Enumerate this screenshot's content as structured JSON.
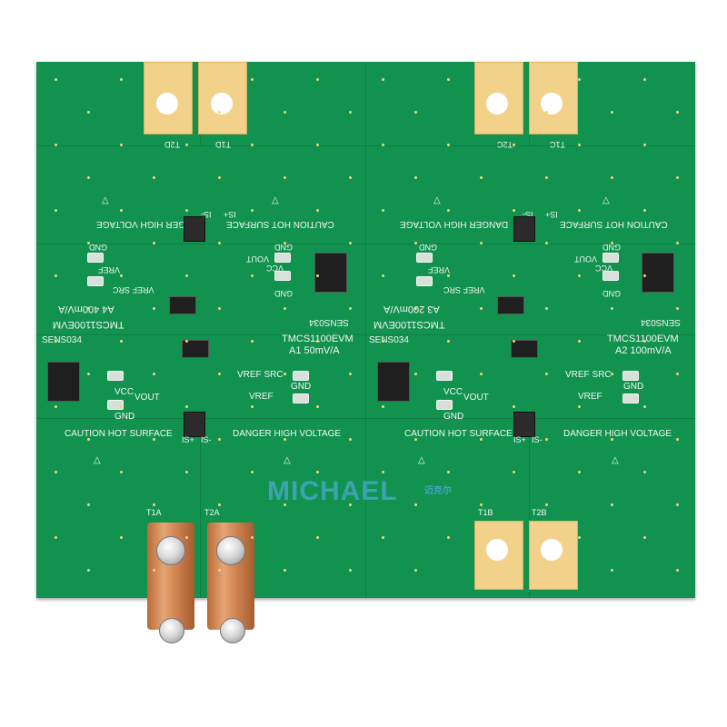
{
  "watermark": {
    "text": "MICHAEL",
    "subtext": "迈克尔"
  },
  "top_left_section": {
    "title_a": "TMCS1100EVM",
    "title_b": "A4 400mV/A",
    "sens": "SENS034",
    "warning_left": "DANGER HIGH VOLTAGE",
    "warning_right": "CAUTION HOT SURFACE",
    "pads": [
      "GND",
      "VREF",
      "VREF SRC",
      "GND",
      "VCC",
      "VOUT",
      "GND"
    ],
    "terminal_left": "T2D",
    "terminal_right": "T1D",
    "is_plus": "IS+",
    "is_minus": "IS-"
  },
  "top_right_section": {
    "title_a": "TMCS1100EVM",
    "title_b": "A3 200mV/A",
    "sens": "SENS034",
    "warning_left": "DANGER HIGH VOLTAGE",
    "warning_right": "CAUTION HOT SURFACE",
    "pads": [
      "GND",
      "VREF",
      "VREF SRC",
      "GND",
      "VCC",
      "VOUT",
      "GND"
    ],
    "terminal_left": "T2C",
    "terminal_right": "T1C",
    "is_plus": "IS+",
    "is_minus": "IS-"
  },
  "bottom_left_section": {
    "title_a": "TMCS1100EVM",
    "title_b": "A1 50mV/A",
    "sens": "SENS034",
    "warning_left": "CAUTION HOT SURFACE",
    "warning_right": "DANGER HIGH VOLTAGE",
    "pads": [
      "VCC",
      "VOUT",
      "GND",
      "VREF SRC",
      "VREF",
      "GND"
    ],
    "terminal_left": "T1A",
    "terminal_right": "T2A",
    "is_plus": "IS+",
    "is_minus": "IS-"
  },
  "bottom_right_section": {
    "title_a": "TMCS1100EVM",
    "title_b": "A2 100mV/A",
    "sens": "SENS034",
    "warning_left": "CAUTION HOT SURFACE",
    "warning_right": "DANGER HIGH VOLTAGE",
    "pads": [
      "VCC",
      "VOUT",
      "GND",
      "VREF SRC",
      "VREF",
      "GND"
    ],
    "terminal_left": "T1B",
    "terminal_right": "T2B",
    "is_plus": "IS+",
    "is_minus": "IS-"
  }
}
